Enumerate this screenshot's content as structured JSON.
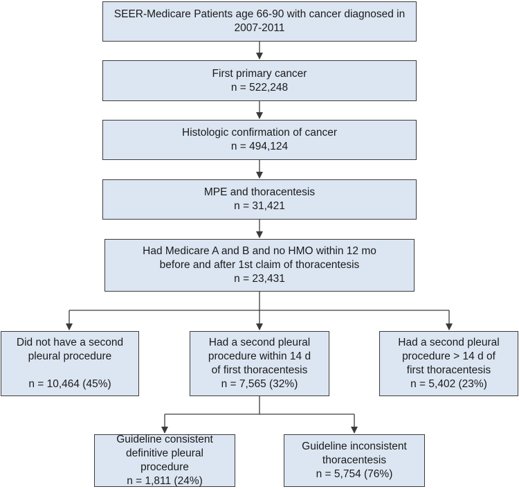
{
  "flowchart": {
    "boxes": {
      "start": [
        "SEER-Medicare Patients age 66-90 with cancer diagnosed in",
        "2007-2011"
      ],
      "first_primary": [
        "First primary cancer",
        "n = 522,248"
      ],
      "histologic": [
        "Histologic confirmation of cancer",
        "n = 494,124"
      ],
      "mpe": [
        "MPE and thoracentesis",
        "n = 31,421"
      ],
      "medicare": [
        "Had Medicare A and B and no HMO within 12 mo",
        "before and after 1st claim of thoracentesis",
        "n = 23,431"
      ],
      "no_second": [
        "Did not have a second",
        "pleural procedure",
        "n = 10,464 (45%)"
      ],
      "within_14": [
        "Had a second pleural",
        "procedure within 14 d",
        "of first thoracentesis",
        "n = 7,565 (32%)"
      ],
      "after_14": [
        "Had a second pleural",
        "procedure > 14 d of",
        "first thoracentesis",
        "n = 5,402 (23%)"
      ],
      "consistent": [
        "Guideline consistent",
        "definitive pleural procedure",
        "n = 1,811 (24%)"
      ],
      "inconsistent": [
        "Guideline inconsistent",
        "thoracentesis",
        "n = 5,754 (76%)"
      ]
    },
    "colors": {
      "box_fill": "#dce6f2",
      "border": "#3a3a3a",
      "arrow": "#3a3a3a"
    }
  }
}
